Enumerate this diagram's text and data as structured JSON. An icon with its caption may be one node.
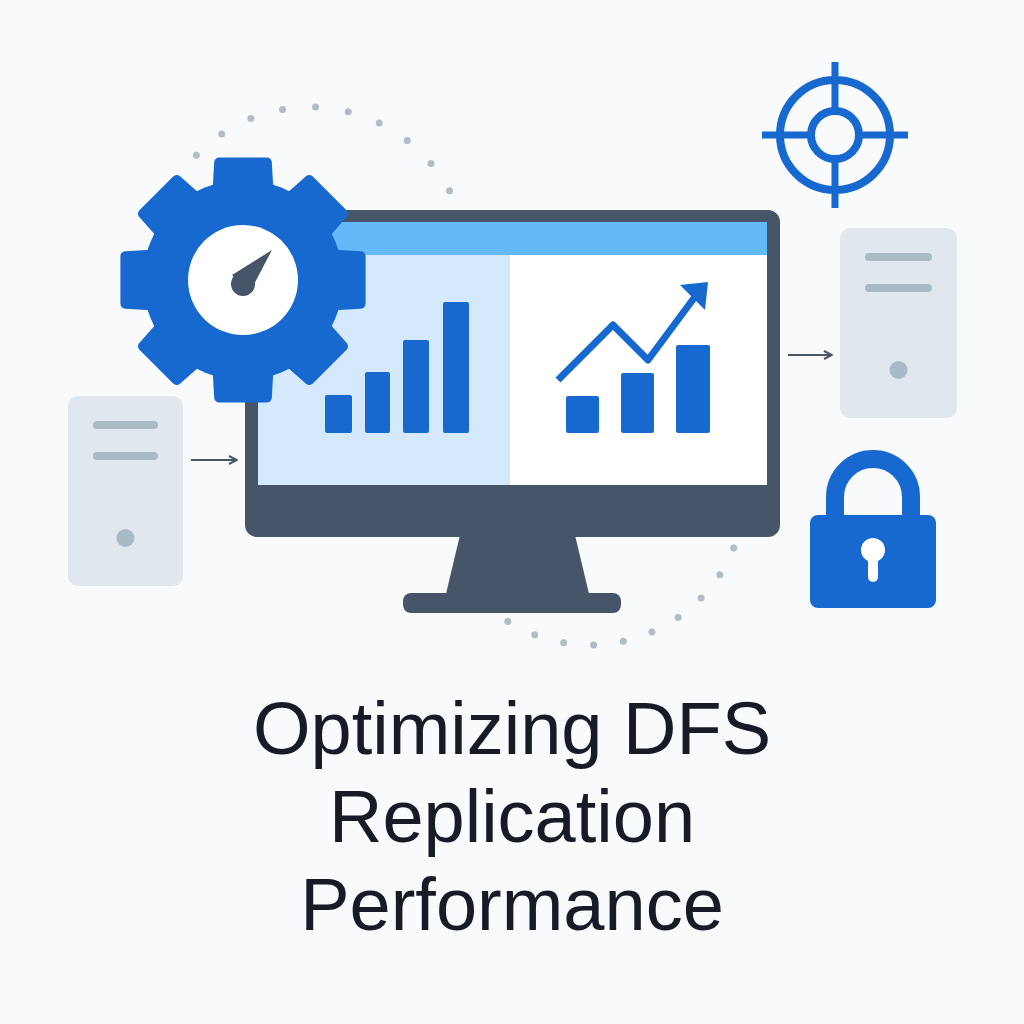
{
  "diagram": {
    "title": "Optimizing DFS Replication Performance",
    "nodes": [
      {
        "text": [],
        "shape": "box"
      },
      {
        "text": [],
        "shape": "picture"
      },
      {
        "text": [],
        "shape": "box"
      }
    ],
    "edges": [
      {
        "from": 0,
        "to": 1,
        "arrow": "to"
      },
      {
        "from": 1,
        "to": 2,
        "arrow": "to"
      }
    ]
  }
}
